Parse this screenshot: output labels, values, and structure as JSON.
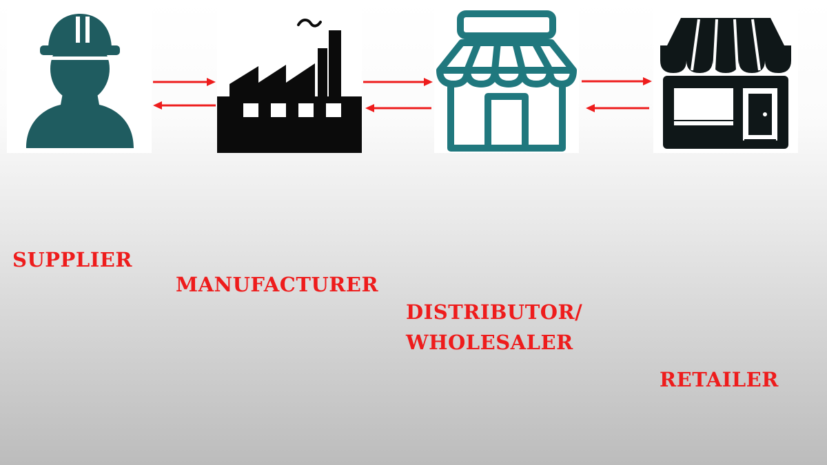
{
  "diagram": {
    "stages": [
      {
        "label": "SUPPLIER",
        "icon": "construction-worker-icon",
        "icon_color": "#1f5c60"
      },
      {
        "label": "MANUFACTURER",
        "icon": "factory-icon",
        "icon_color": "#0b0b0b"
      },
      {
        "label_lines": [
          "DISTRIBUTOR/",
          "WHOLESALER"
        ],
        "icon": "storefront-outline-icon",
        "icon_color": "#20787e"
      },
      {
        "label": "RETAILER",
        "icon": "shop-with-awning-icon",
        "icon_color": "#0f1718"
      }
    ],
    "flows": [
      "forward",
      "backward"
    ],
    "colors": {
      "label": "#ee1c1c",
      "arrow": "#ee1c1c"
    }
  }
}
